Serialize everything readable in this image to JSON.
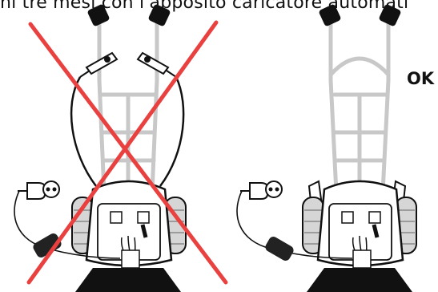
{
  "caption": "ni tre mesi con l'apposito caricatore automati",
  "ok_label": "OK",
  "colors": {
    "prohibited_mark": "#e8413f",
    "frame": "#c8c8c8",
    "outline": "#111111"
  },
  "figures": [
    {
      "state": "wrong",
      "marked_with": "red-cross"
    },
    {
      "state": "correct",
      "label_ref": "ok_label"
    }
  ]
}
